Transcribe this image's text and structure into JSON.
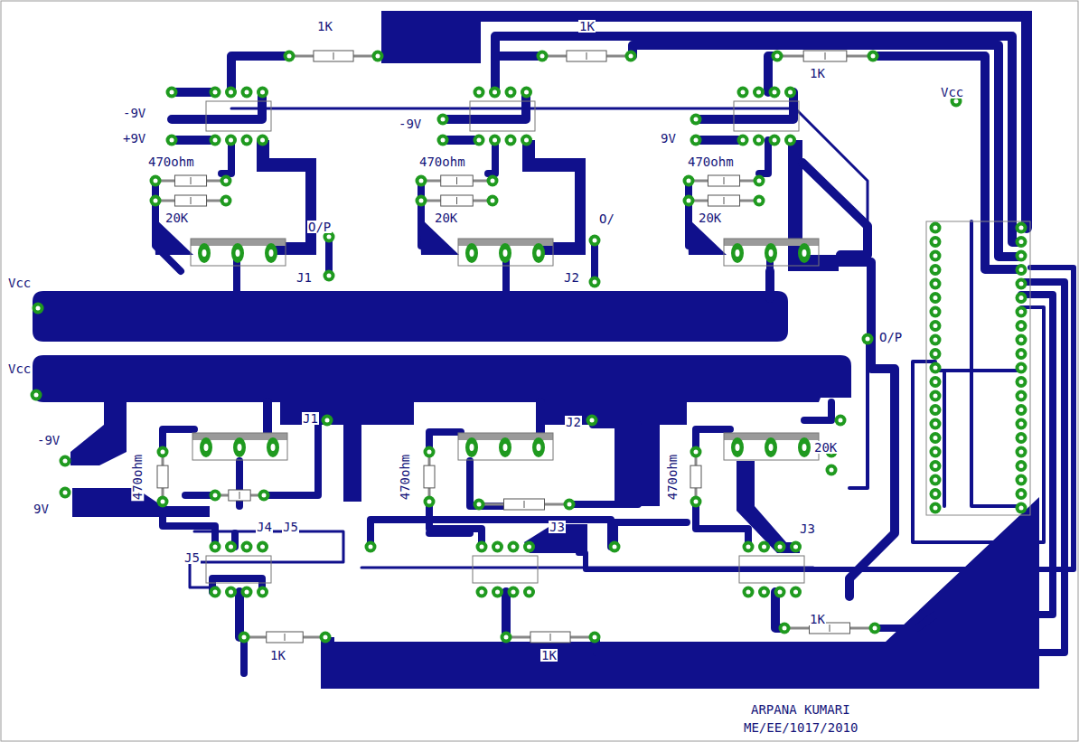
{
  "diagram": {
    "labels": [
      "1K",
      "1K",
      "1K",
      "-9V",
      "+9V",
      "-9V",
      "9V",
      "Vcc",
      "470ohm",
      "470ohm",
      "470ohm",
      "20K",
      "20K",
      "20K",
      "O/P",
      "J1",
      "O/",
      "J2",
      "Vcc",
      "O/P",
      "Vcc",
      "-9V",
      "J1",
      "J2",
      "20K",
      "470ohm",
      "470ohm",
      "470ohm",
      "9V",
      "J4",
      "J5",
      "J5",
      "J3",
      "J3",
      "1K",
      "1K",
      "1K",
      "ARPANA KUMARI",
      "ME/EE/1017/2010"
    ]
  }
}
